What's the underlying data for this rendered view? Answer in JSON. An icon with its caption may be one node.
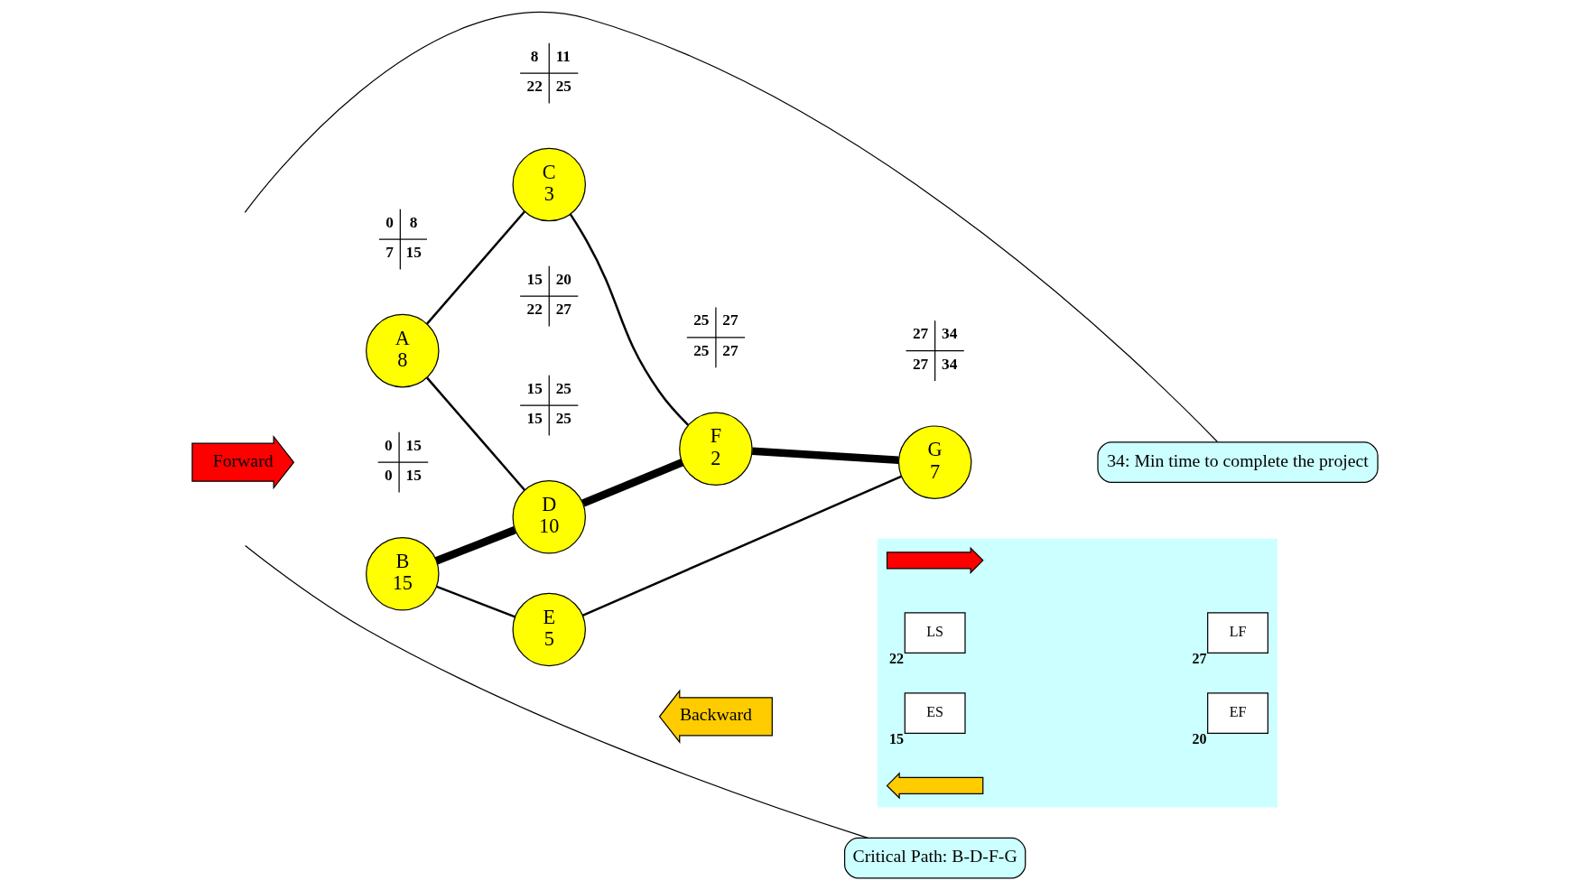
{
  "diagram": {
    "nodes": [
      {
        "text": [
          "Critical Path: B-D-F-G"
        ]
      },
      {
        "text": [
          "C",
          "3"
        ],
        "beside": [
          "8",
          "11",
          "22",
          "25"
        ]
      },
      {
        "text": [
          "A",
          "8"
        ],
        "beside": [
          "0",
          "8",
          "7",
          "15"
        ]
      },
      {
        "text": [
          "F",
          "2"
        ],
        "beside": [
          "25",
          "27",
          "25",
          "27"
        ]
      },
      {
        "text": [
          "G",
          "7"
        ],
        "beside": [
          "27",
          "34",
          "27",
          "34"
        ]
      },
      {
        "text": [
          "D",
          "10"
        ],
        "beside": [
          "15",
          "25",
          "15",
          "25"
        ]
      },
      {
        "text": [
          "34: Min time to complete the project"
        ]
      },
      {
        "text": [
          "Forward"
        ]
      },
      {
        "text": [
          "B",
          "15"
        ],
        "beside": [
          "0",
          "15",
          "0",
          "15"
        ]
      },
      {
        "text": [
          "Backward"
        ]
      },
      {
        "text": [
          "E",
          "5"
        ],
        "beside": [
          "15",
          "20",
          "22",
          "27"
        ]
      },
      {
        "text": [],
        "shape": "box"
      },
      {
        "text": [],
        "shape": "arrow",
        "in": 11
      },
      {
        "text": [
          "ES"
        ],
        "in": 11,
        "beside": [
          "15"
        ]
      },
      {
        "text": [
          "EF"
        ],
        "in": 11,
        "beside": [
          "20"
        ]
      },
      {
        "text": [
          "LS"
        ],
        "in": 11,
        "beside": [
          "22"
        ]
      },
      {
        "text": [
          "LF"
        ],
        "in": 11,
        "beside": [
          "27"
        ]
      },
      {
        "text": [],
        "shape": "arrow",
        "in": 11
      }
    ],
    "edges": [
      {
        "from": 2,
        "to": 1,
        "arrow": "none"
      },
      {
        "from": 2,
        "to": 5,
        "arrow": "none"
      },
      {
        "from": 1,
        "to": 3,
        "arrow": "none"
      },
      {
        "from": 5,
        "to": 3,
        "arrow": "none",
        "style": "thick"
      },
      {
        "from": 3,
        "to": 4,
        "arrow": "none",
        "style": "thick"
      },
      {
        "from": 8,
        "to": 5,
        "arrow": "none",
        "style": "thick"
      },
      {
        "from": 8,
        "to": 10,
        "arrow": "none"
      },
      {
        "from": 10,
        "to": 4,
        "arrow": "none"
      },
      {
        "from": 0,
        "to": null,
        "arrow": "none"
      },
      {
        "from": 6,
        "to": null,
        "arrow": "none"
      }
    ]
  }
}
